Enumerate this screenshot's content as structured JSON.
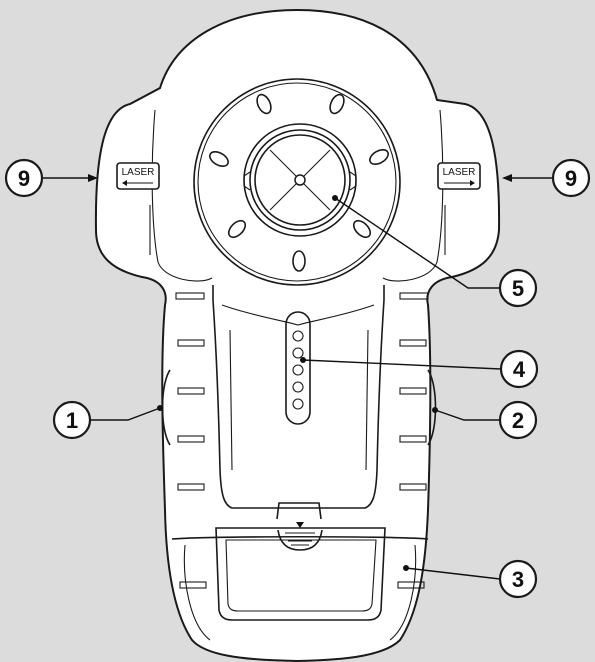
{
  "callouts": {
    "c9_left": "9",
    "c9_right": "9",
    "c5": "5",
    "c4": "4",
    "c1": "1",
    "c2": "2",
    "c3": "3"
  },
  "buttons": {
    "laser_left": "LASER",
    "laser_right": "LASER"
  },
  "colors": {
    "background": "#dcdcdc",
    "device_body": "#ffffff",
    "outline": "#1a1a1a"
  }
}
